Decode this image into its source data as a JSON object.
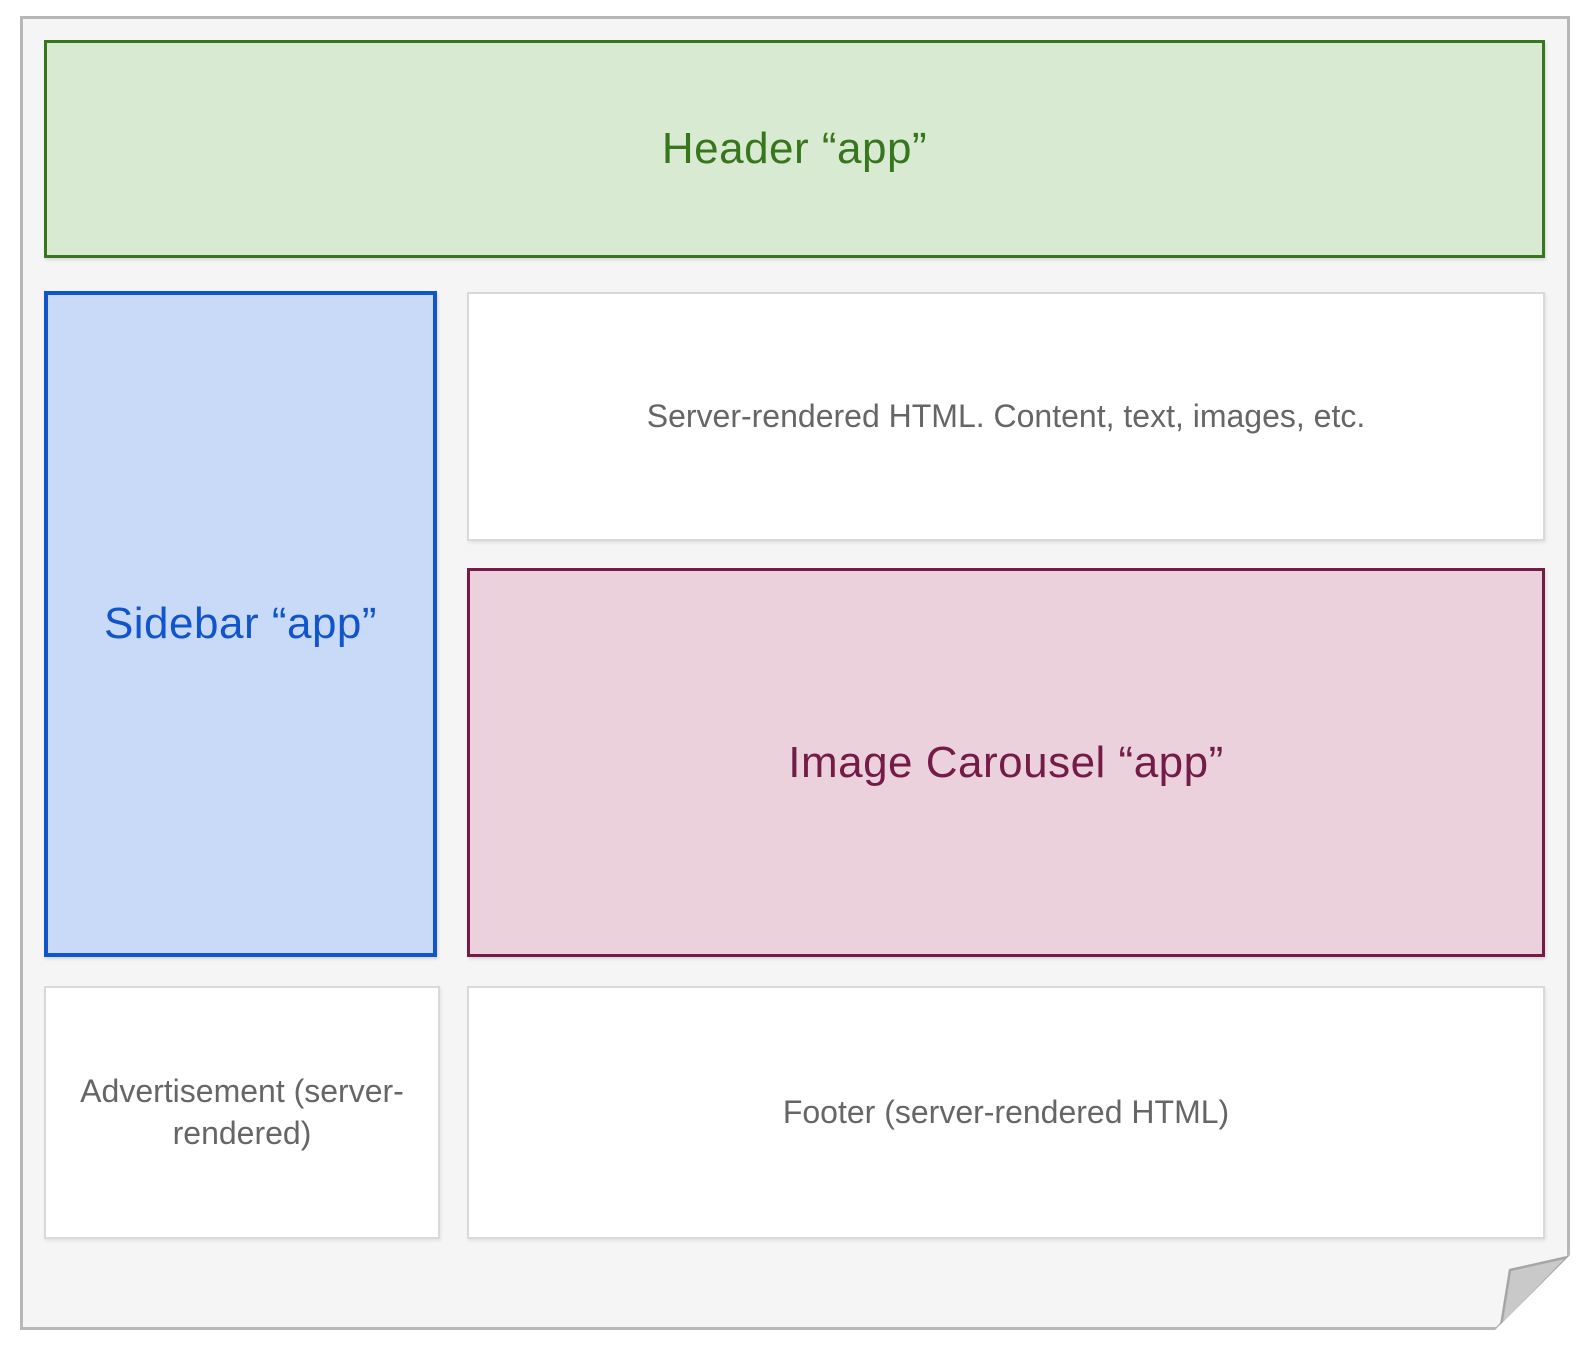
{
  "diagram": {
    "description": "Web page layout diagram: sheet with folded bottom-right corner"
  },
  "page": {
    "background": "#f5f5f5",
    "border_color": "#b7b7b7",
    "fold_fill": "#c9c9c9",
    "fold_edge": "#a6a6a6"
  },
  "boxes": {
    "header": {
      "label": "Header “app”",
      "fill": "#d9ead3",
      "border": "#38761d",
      "text_color": "#38761d"
    },
    "sidebar": {
      "label": "Sidebar “app”",
      "fill": "#c9daf8",
      "border": "#1155cc",
      "text_color": "#1155cc"
    },
    "server_content": {
      "label": "Server-rendered HTML. Content, text, images, etc.",
      "fill": "#ffffff",
      "border": "#d9d9d9",
      "text_color": "#666666"
    },
    "image_carousel": {
      "label": "Image Carousel “app”",
      "fill": "#ead1dc",
      "border": "#741b47",
      "text_color": "#741b47"
    },
    "advertisement": {
      "label": "Advertisement (server-rendered)",
      "fill": "#ffffff",
      "border": "#d9d9d9",
      "text_color": "#666666"
    },
    "footer": {
      "label": "Footer (server-rendered HTML)",
      "fill": "#ffffff",
      "border": "#d9d9d9",
      "text_color": "#666666"
    }
  }
}
